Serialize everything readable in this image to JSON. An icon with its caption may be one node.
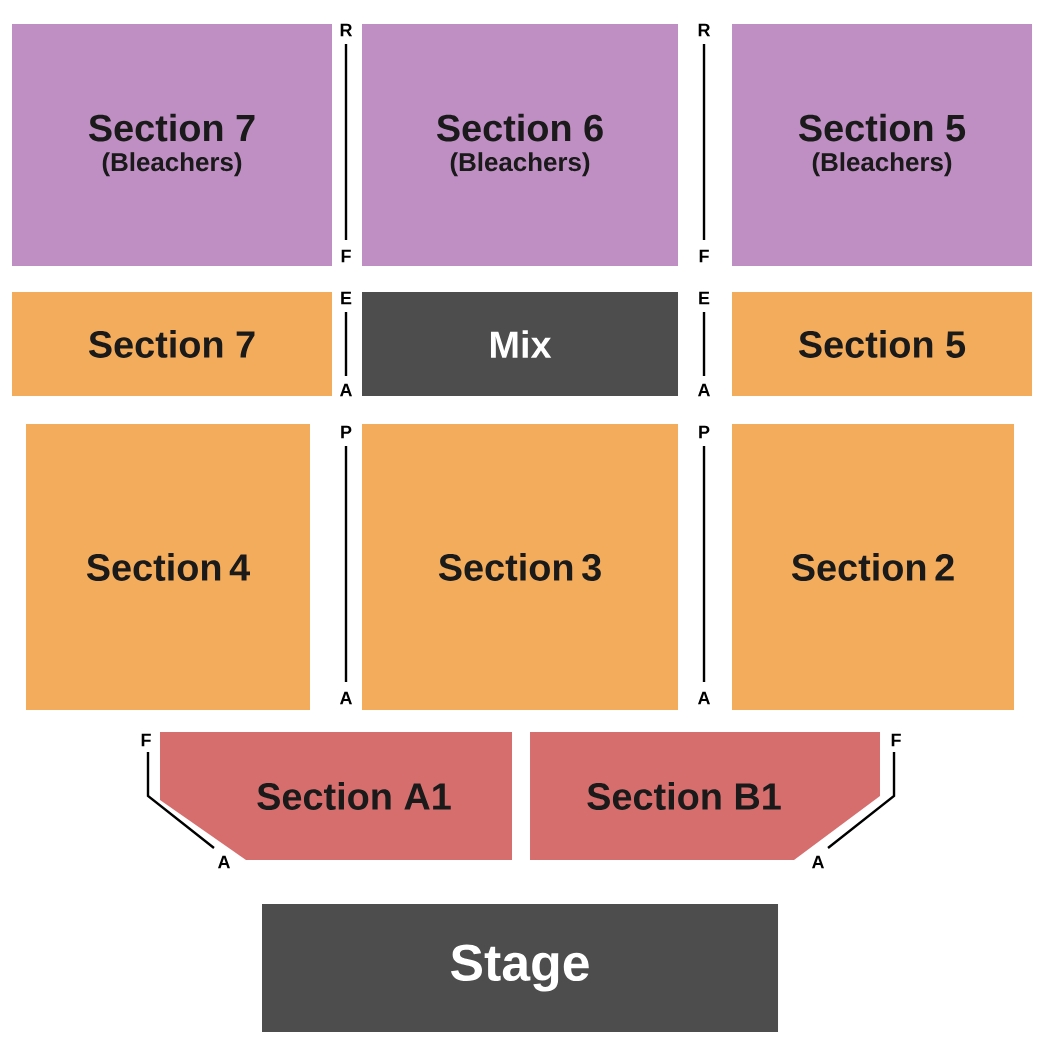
{
  "diagram": {
    "nodes": [
      {
        "text": [
          "Section 7",
          "(Bleachers)"
        ]
      },
      {
        "text": [
          "Section 6",
          "(Bleachers)"
        ]
      },
      {
        "text": [
          "Section 5",
          "(Bleachers)"
        ]
      },
      {
        "text": [
          "Section 7"
        ]
      },
      {
        "text": [
          "Mix"
        ]
      },
      {
        "text": [
          "Section 5"
        ]
      },
      {
        "text": [
          "Section 4"
        ]
      },
      {
        "text": [
          "Section 3"
        ]
      },
      {
        "text": [
          "Section 2"
        ]
      },
      {
        "text": [
          "Section A1"
        ]
      },
      {
        "text": [
          "Section B1"
        ]
      },
      {
        "text": [
          "Stage"
        ]
      }
    ],
    "labels": [
      "R",
      "R",
      "F",
      "F",
      "E",
      "E",
      "A",
      "A",
      "P",
      "P",
      "A",
      "A",
      "F",
      "F",
      "A",
      "A"
    ]
  }
}
